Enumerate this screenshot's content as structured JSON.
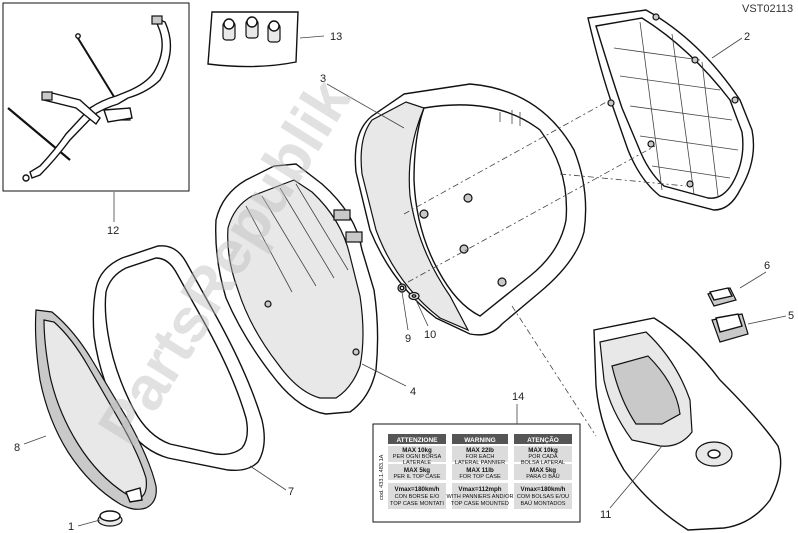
{
  "diagram_code": "VST02113",
  "watermark": "PartsRepublik",
  "callouts": [
    "1",
    "2",
    "3",
    "4",
    "5",
    "6",
    "7",
    "8",
    "9",
    "10",
    "11",
    "12",
    "13",
    "14"
  ],
  "warning_label": {
    "side_code": "cod. 433.1.483.1A",
    "columns": [
      {
        "header": "ATTENZIONE",
        "lines": [
          "MAX 10kg",
          "PER OGNI BORSA",
          "LATERALE",
          "MAX 5kg",
          "PER IL TOP CASE",
          "Vmax=180km/h",
          "CON BORSE E/O",
          "TOP CASE MONTATI"
        ]
      },
      {
        "header": "WARNING",
        "lines": [
          "MAX 22lb",
          "FOR EACH",
          "LATERAL PANNIER",
          "MAX 11lb",
          "FOR TOP CASE",
          "Vmax=112mph",
          "WITH PANNIERS AND/OR",
          "TOP CASE MOUNTED"
        ]
      },
      {
        "header": "ATENÇÃO",
        "lines": [
          "MAX 10kg",
          "POR CADA",
          "BOLSA LATERAL",
          "MAX 5kg",
          "PARA O BAÚ",
          "Vmax=180km/h",
          "COM BOLSAS E/OU",
          "BAÚ MONTADOS"
        ]
      }
    ]
  }
}
